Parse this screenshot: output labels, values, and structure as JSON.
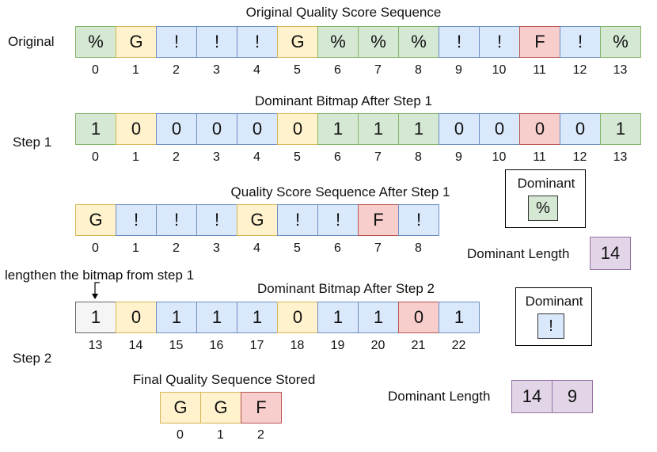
{
  "original": {
    "title": "Original Quality Score Sequence",
    "label": "Original",
    "cells": [
      {
        "v": "%",
        "c": "green"
      },
      {
        "v": "G",
        "c": "yellow"
      },
      {
        "v": "!",
        "c": "blue"
      },
      {
        "v": "!",
        "c": "blue"
      },
      {
        "v": "!",
        "c": "blue"
      },
      {
        "v": "G",
        "c": "yellow"
      },
      {
        "v": "%",
        "c": "green"
      },
      {
        "v": "%",
        "c": "green"
      },
      {
        "v": "%",
        "c": "green"
      },
      {
        "v": "!",
        "c": "blue"
      },
      {
        "v": "!",
        "c": "blue"
      },
      {
        "v": "F",
        "c": "red"
      },
      {
        "v": "!",
        "c": "blue"
      },
      {
        "v": "%",
        "c": "green"
      }
    ],
    "indices": [
      "0",
      "1",
      "2",
      "3",
      "4",
      "5",
      "6",
      "7",
      "8",
      "9",
      "10",
      "11",
      "12",
      "13"
    ]
  },
  "step1_bitmap": {
    "title": "Dominant Bitmap After Step 1",
    "label": "Step 1",
    "cells": [
      {
        "v": "1",
        "c": "green"
      },
      {
        "v": "0",
        "c": "yellow"
      },
      {
        "v": "0",
        "c": "blue"
      },
      {
        "v": "0",
        "c": "blue"
      },
      {
        "v": "0",
        "c": "blue"
      },
      {
        "v": "0",
        "c": "yellow"
      },
      {
        "v": "1",
        "c": "green"
      },
      {
        "v": "1",
        "c": "green"
      },
      {
        "v": "1",
        "c": "green"
      },
      {
        "v": "0",
        "c": "blue"
      },
      {
        "v": "0",
        "c": "blue"
      },
      {
        "v": "0",
        "c": "red"
      },
      {
        "v": "0",
        "c": "blue"
      },
      {
        "v": "1",
        "c": "green"
      }
    ],
    "indices": [
      "0",
      "1",
      "2",
      "3",
      "4",
      "5",
      "6",
      "7",
      "8",
      "9",
      "10",
      "11",
      "12",
      "13"
    ]
  },
  "step1_sequence": {
    "title": "Quality Score Sequence After Step 1",
    "cells": [
      {
        "v": "G",
        "c": "yellow"
      },
      {
        "v": "!",
        "c": "blue"
      },
      {
        "v": "!",
        "c": "blue"
      },
      {
        "v": "!",
        "c": "blue"
      },
      {
        "v": "G",
        "c": "yellow"
      },
      {
        "v": "!",
        "c": "blue"
      },
      {
        "v": "!",
        "c": "blue"
      },
      {
        "v": "F",
        "c": "red"
      },
      {
        "v": "!",
        "c": "blue"
      }
    ],
    "indices": [
      "0",
      "1",
      "2",
      "3",
      "4",
      "5",
      "6",
      "7",
      "8"
    ]
  },
  "dominant1": {
    "title": "Dominant",
    "value": "%",
    "color": "green"
  },
  "dominant_length1": {
    "label": "Dominant Length",
    "values": [
      "14"
    ]
  },
  "step2_bitmap": {
    "note": "lengthen the bitmap from step 1",
    "title": "Dominant Bitmap After Step 2",
    "label": "Step 2",
    "cells": [
      {
        "v": "1",
        "c": "gray"
      },
      {
        "v": "0",
        "c": "yellow"
      },
      {
        "v": "1",
        "c": "blue"
      },
      {
        "v": "1",
        "c": "blue"
      },
      {
        "v": "1",
        "c": "blue"
      },
      {
        "v": "0",
        "c": "yellow"
      },
      {
        "v": "1",
        "c": "blue"
      },
      {
        "v": "1",
        "c": "blue"
      },
      {
        "v": "0",
        "c": "red"
      },
      {
        "v": "1",
        "c": "blue"
      }
    ],
    "indices": [
      "13",
      "14",
      "15",
      "16",
      "17",
      "18",
      "19",
      "20",
      "21",
      "22"
    ]
  },
  "dominant2": {
    "title": "Dominant",
    "value": "!",
    "color": "blue"
  },
  "final": {
    "title": "Final Quality Sequence Stored",
    "cells": [
      {
        "v": "G",
        "c": "yellow"
      },
      {
        "v": "G",
        "c": "yellow"
      },
      {
        "v": "F",
        "c": "red"
      }
    ],
    "indices": [
      "0",
      "1",
      "2"
    ]
  },
  "dominant_length2": {
    "label": "Dominant Length",
    "values": [
      "14",
      "9"
    ]
  }
}
